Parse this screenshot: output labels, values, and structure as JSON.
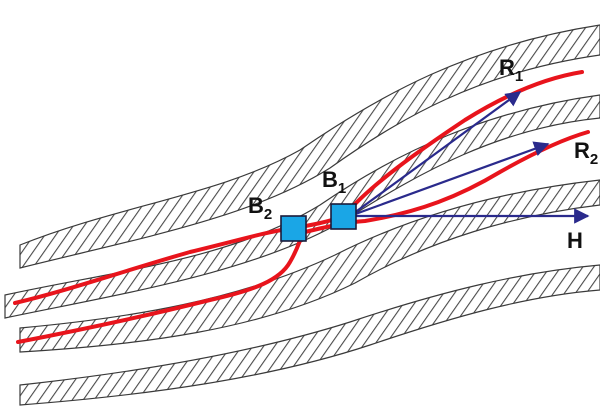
{
  "labels": {
    "b1": {
      "main": "B",
      "sub": "1"
    },
    "b2": {
      "main": "B",
      "sub": "2"
    },
    "r1": {
      "main": "R",
      "sub": "1"
    },
    "r2": {
      "main": "R",
      "sub": "2"
    },
    "h": {
      "main": "H"
    }
  },
  "colors": {
    "path": "#e8141c",
    "arrow": "#2a2a8c",
    "marker_fill": "#1aa6e6",
    "marker_stroke": "#1b1b3a",
    "hatch": "#4a4a4a",
    "boundary": "#3a3a3a"
  }
}
